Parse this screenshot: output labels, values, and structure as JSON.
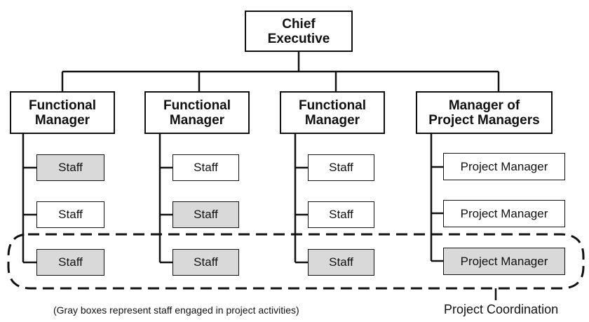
{
  "chief": {
    "label": "Chief\nExecutive"
  },
  "columns": [
    {
      "header": "Functional\nManager",
      "boxes": [
        {
          "label": "Staff",
          "gray": true
        },
        {
          "label": "Staff",
          "gray": false
        },
        {
          "label": "Staff",
          "gray": true
        }
      ]
    },
    {
      "header": "Functional\nManager",
      "boxes": [
        {
          "label": "Staff",
          "gray": false
        },
        {
          "label": "Staff",
          "gray": true
        },
        {
          "label": "Staff",
          "gray": true
        }
      ]
    },
    {
      "header": "Functional\nManager",
      "boxes": [
        {
          "label": "Staff",
          "gray": false
        },
        {
          "label": "Staff",
          "gray": false
        },
        {
          "label": "Staff",
          "gray": true
        }
      ]
    },
    {
      "header": "Manager of\nProject Managers",
      "boxes": [
        {
          "label": "Project Manager",
          "gray": false
        },
        {
          "label": "Project Manager",
          "gray": false
        },
        {
          "label": "Project Manager",
          "gray": true
        }
      ]
    }
  ],
  "footnote": "(Gray boxes represent staff engaged in project activities)",
  "coordination_label": "Project Coordination",
  "colors": {
    "gray_box": "#d9d9d9",
    "line": "#111111"
  }
}
